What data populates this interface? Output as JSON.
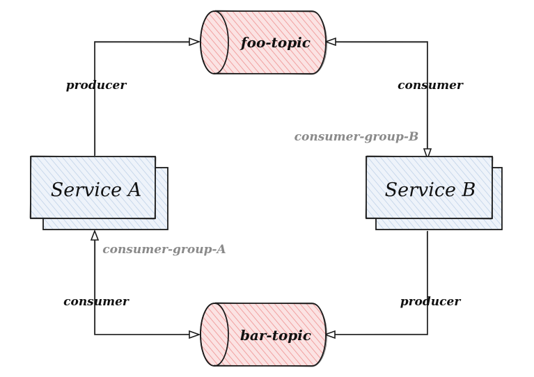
{
  "topics": {
    "foo": {
      "label": "foo-topic"
    },
    "bar": {
      "label": "bar-topic"
    }
  },
  "services": {
    "a": {
      "label": "Service A"
    },
    "b": {
      "label": "Service B"
    }
  },
  "edges": {
    "a_producer": "producer",
    "b_consumer": "consumer",
    "b_producer": "producer",
    "a_consumer": "consumer"
  },
  "groups": {
    "a": "consumer-group-A",
    "b": "consumer-group-B"
  },
  "colors": {
    "topic_fill": "#f6c9c9",
    "topic_hatch": "#ef8f8f",
    "service_fill": "#dfe9f5",
    "service_hatch": "#b9cde5",
    "stroke": "#1a1a1a",
    "group_text": "#8a8a8a"
  }
}
